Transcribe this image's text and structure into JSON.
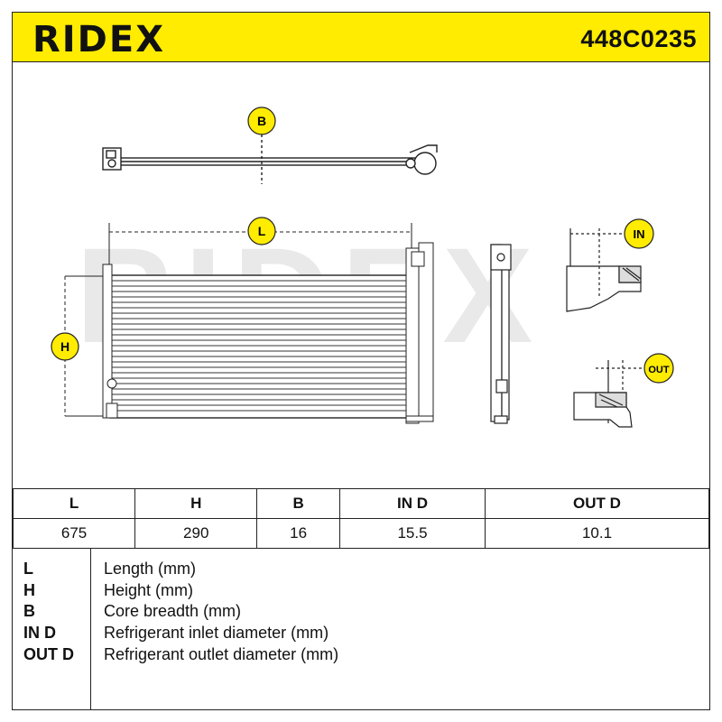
{
  "header": {
    "brand": "RIDEX",
    "part_number": "448C0235"
  },
  "diagram": {
    "labels": {
      "b": "B",
      "l": "L",
      "h": "H",
      "in": "IN",
      "out": "OUT"
    },
    "watermark": "RIDEX"
  },
  "spec_table": {
    "headers": [
      "L",
      "H",
      "B",
      "IN D",
      "OUT D"
    ],
    "values": [
      "675",
      "290",
      "16",
      "15.5",
      "10.1"
    ]
  },
  "legend": [
    {
      "key": "L",
      "description": "Length (mm)"
    },
    {
      "key": "H",
      "description": "Height (mm)"
    },
    {
      "key": "B",
      "description": "Core breadth (mm)"
    },
    {
      "key": "IN D",
      "description": "Refrigerant inlet diameter (mm)"
    },
    {
      "key": "OUT D",
      "description": "Refrigerant outlet diameter (mm)"
    }
  ],
  "colors": {
    "accent": "#ffec00",
    "line": "#222222",
    "watermark": "#e6e6e6"
  }
}
